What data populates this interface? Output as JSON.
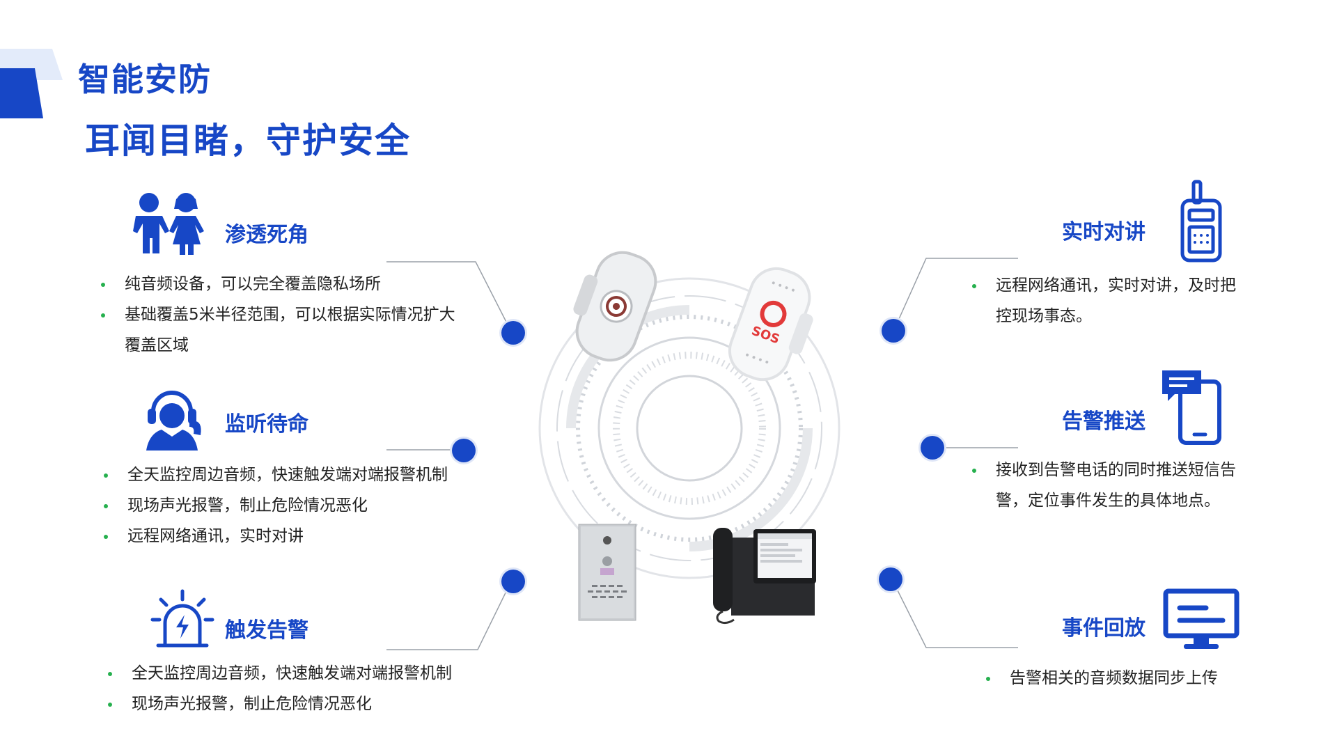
{
  "header": {
    "title": "智能安防",
    "subtitle": "耳闻目睹，守护安全"
  },
  "colors": {
    "primary": "#1747c6",
    "bullet": "#26b04e",
    "line": "#9aa0a8"
  },
  "left_sections": [
    {
      "title": "渗透死角",
      "icon": "children-icon",
      "bullets": [
        "纯音频设备，可以完全覆盖隐私场所",
        "基础覆盖5米半径范围，可以根据实际情况扩大",
        "覆盖区域"
      ]
    },
    {
      "title": "监听待命",
      "icon": "headset-person-icon",
      "bullets": [
        "全天监控周边音频，快速触发端对端报警机制",
        "现场声光报警，制止危险情况恶化",
        "远程网络通讯，实时对讲"
      ]
    },
    {
      "title": "触发告警",
      "icon": "alarm-light-icon",
      "bullets": [
        "全天监控周边音频，快速触发端对端报警机制",
        "现场声光报警，制止危险情况恶化"
      ]
    }
  ],
  "right_sections": [
    {
      "title": "实时对讲",
      "icon": "walkie-talkie-icon",
      "bullets": [
        "远程网络通讯，实时对讲，及时把",
        "控现场事态。"
      ]
    },
    {
      "title": "告警推送",
      "icon": "phone-message-icon",
      "bullets": [
        "接收到告警电话的同时推送短信告",
        "警，定位事件发生的具体地点。"
      ]
    },
    {
      "title": "事件回放",
      "icon": "monitor-icon",
      "bullets": [
        "告警相关的音频数据同步上传"
      ]
    }
  ],
  "devices": {
    "sos_label": "SOS"
  }
}
